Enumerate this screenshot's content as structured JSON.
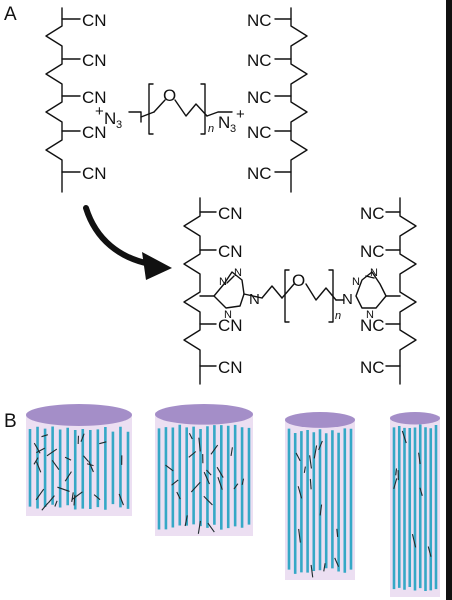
{
  "panels": {
    "a": "A",
    "b": "B"
  },
  "chem": {
    "cn": "CN",
    "nc": "NC",
    "n3": "N",
    "n3_sub": "3",
    "plus": "+",
    "o": "O",
    "n": "n",
    "n_atom": "N"
  },
  "colors": {
    "cap": "#a48ec8",
    "body": "#ecdff2",
    "body_mid": "#e2d0ec",
    "fiber": "#35a8c6",
    "crosslink": "#1e2b2e",
    "arrow": "#111111"
  },
  "cylinders": [
    {
      "fiber_density": 0.45,
      "crosslink_density": 1.0,
      "alignment": 0.2
    },
    {
      "fiber_density": 0.55,
      "crosslink_density": 0.75,
      "alignment": 0.5
    },
    {
      "fiber_density": 0.7,
      "crosslink_density": 0.5,
      "alignment": 0.8
    },
    {
      "fiber_density": 0.9,
      "crosslink_density": 0.3,
      "alignment": 1.0
    }
  ]
}
